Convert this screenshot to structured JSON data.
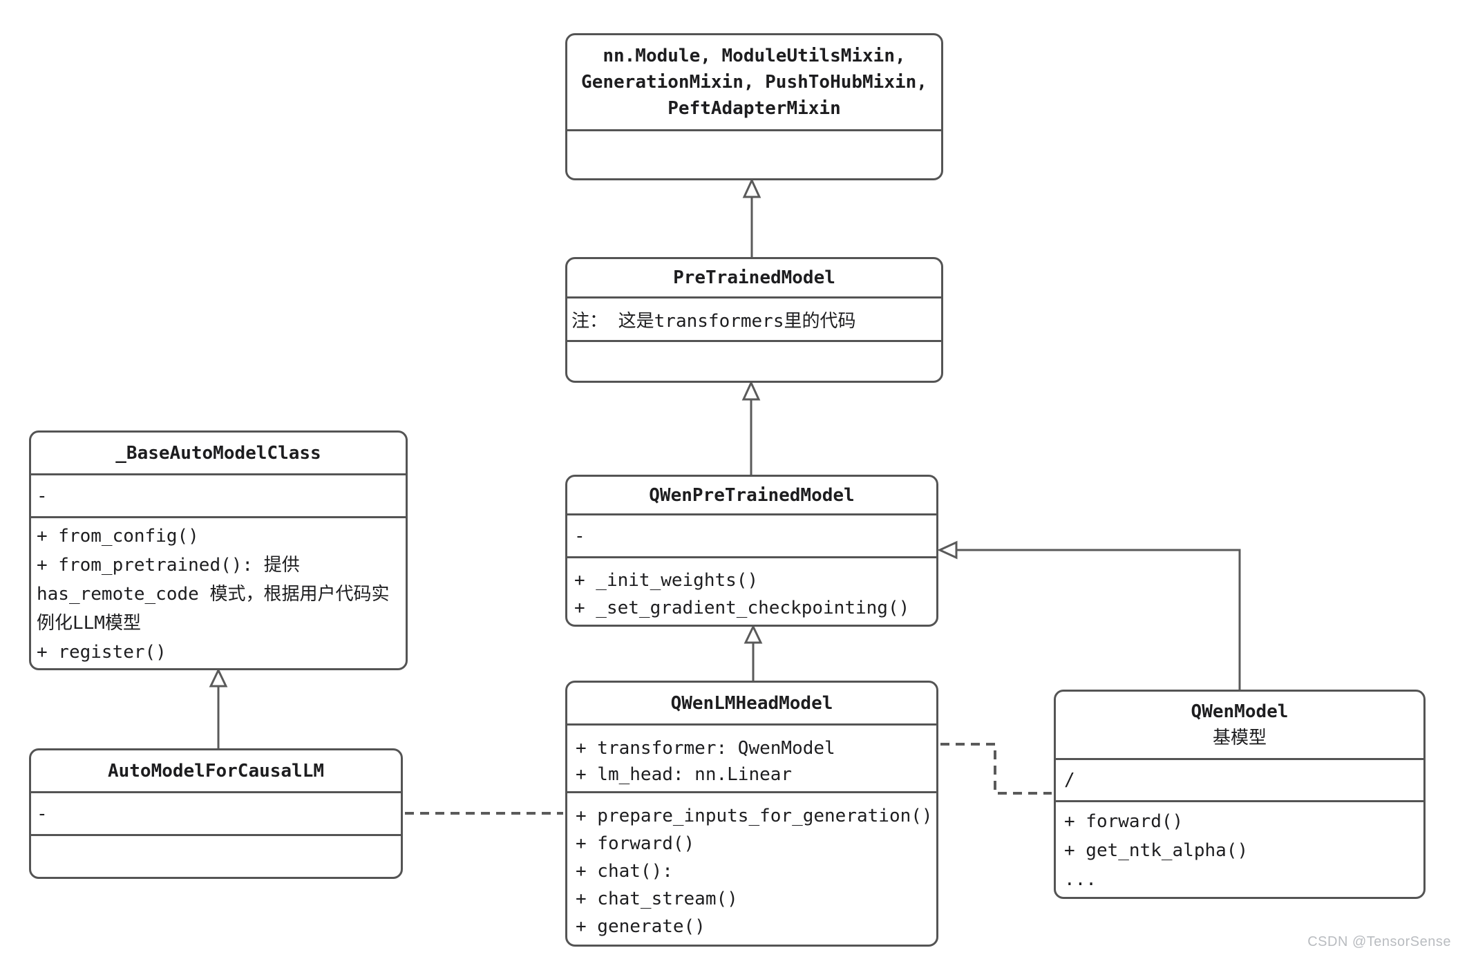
{
  "watermark": "CSDN @TensorSense",
  "colors": {
    "background": "#ffffff",
    "box_border": "#545454",
    "connector_line": "#5a5a5a",
    "text": "#1d1d1f",
    "watermark": "#b9bcc0"
  },
  "classes": {
    "mixins": {
      "title_line1": "nn.Module, ModuleUtilsMixin,",
      "title_line2": "GenerationMixin, PushToHubMixin,",
      "title_line3": "PeftAdapterMixin"
    },
    "pretrained_model": {
      "title": "PreTrainedModel",
      "note": "注： 这是transformers里的代码"
    },
    "qwen_pretrained_model": {
      "title": "QWenPreTrainedModel",
      "attributes": [
        "-"
      ],
      "methods": [
        "+ _init_weights()",
        "+ _set_gradient_checkpointing()"
      ]
    },
    "qwen_lm_head_model": {
      "title": "QWenLMHeadModel",
      "attributes": [
        "+ transformer: QwenModel",
        "+ lm_head: nn.Linear"
      ],
      "methods": [
        "+ prepare_inputs_for_generation()",
        "+ forward()",
        "+ chat():",
        "+ chat_stream()",
        "+ generate()"
      ]
    },
    "base_auto_model_class": {
      "title": "_BaseAutoModelClass",
      "attributes": [
        "-"
      ],
      "methods": [
        "+ from_config()",
        "+ from_pretrained(): 提供",
        "has_remote_code 模式，根据用户代码实",
        "例化LLM模型",
        "+ register()"
      ]
    },
    "auto_model_for_causal_lm": {
      "title": "AutoModelForCausalLM",
      "attributes": [
        "-"
      ]
    },
    "qwen_model": {
      "title": "QWenModel",
      "subtitle": "基模型",
      "attributes": [
        "/"
      ],
      "methods": [
        "+ forward()",
        "+ get_ntk_alpha()",
        "..."
      ]
    }
  },
  "relations": [
    {
      "from": "PreTrainedModel",
      "to": "nn.Module/Mixins",
      "type": "inheritance"
    },
    {
      "from": "QWenPreTrainedModel",
      "to": "PreTrainedModel",
      "type": "inheritance"
    },
    {
      "from": "QWenLMHeadModel",
      "to": "QWenPreTrainedModel",
      "type": "inheritance"
    },
    {
      "from": "QWenModel",
      "to": "QWenPreTrainedModel",
      "type": "inheritance"
    },
    {
      "from": "AutoModelForCausalLM",
      "to": "_BaseAutoModelClass",
      "type": "inheritance"
    },
    {
      "from": "AutoModelForCausalLM",
      "to": "QWenLMHeadModel",
      "type": "dashed-link"
    },
    {
      "from": "QWenLMHeadModel",
      "to": "QWenModel",
      "type": "dashed-link"
    }
  ]
}
